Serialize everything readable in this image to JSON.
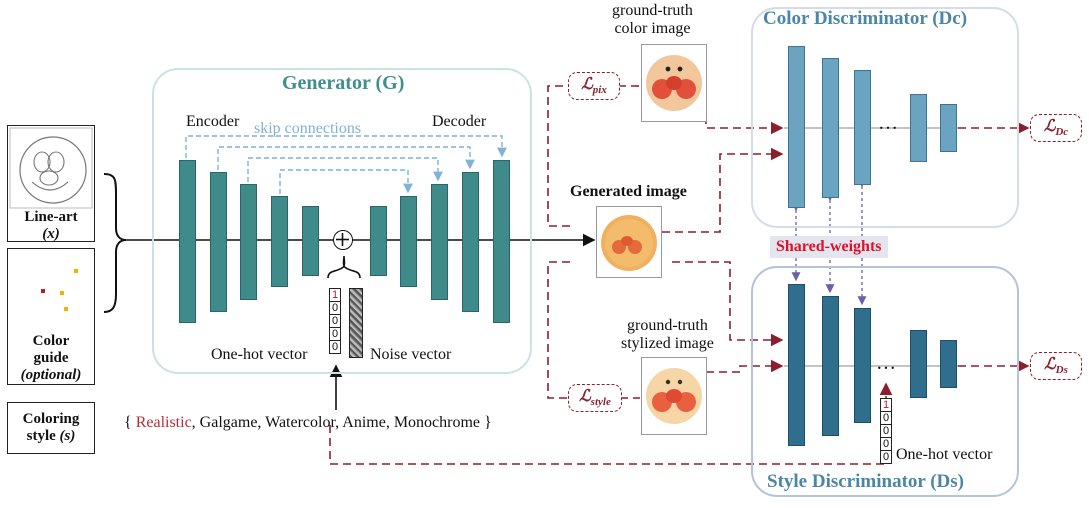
{
  "inputs": {
    "lineart_label": "Line-art",
    "lineart_var": "(x)",
    "colorguide_label": "Color",
    "colorguide_label2": "guide",
    "colorguide_var": "(optional)",
    "style_label": "Coloring",
    "style_label2": "style",
    "style_var": "(s)"
  },
  "generator": {
    "title": "Generator (G)",
    "encoder": "Encoder",
    "decoder": "Decoder",
    "skip": "skip connections",
    "onehot_label": "One-hot vector",
    "noise_label": "Noise vector",
    "onehot_values": [
      "1",
      "0",
      "0",
      "0",
      "0"
    ]
  },
  "styles": {
    "open": "{",
    "first": "Realistic",
    "rest": ", Galgame, Watercolor, Anime, Monochrome",
    "close": "}"
  },
  "images": {
    "gt_color": "ground-truth\ncolor image",
    "gt_color_1": "ground-truth",
    "gt_color_2": "color image",
    "generated": "Generated image",
    "gt_style_1": "ground-truth",
    "gt_style_2": "stylized image"
  },
  "losses": {
    "pix": "ℒ",
    "pix_sub": "pix",
    "style": "ℒ",
    "style_sub": "style",
    "dc": "ℒ",
    "dc_sub": "Dc",
    "ds": "ℒ",
    "ds_sub": "Ds"
  },
  "discriminators": {
    "color_title": "Color Discriminator (Dc)",
    "style_title": "Style Discriminator (Ds)",
    "shared": "Shared-weights",
    "ellipsis": "…",
    "onehot_label": "One-hot vector",
    "onehot_values": [
      "1",
      "0",
      "0",
      "0",
      "0"
    ]
  },
  "colors": {
    "generator_bar": "#3f8b8c",
    "color_disc_bar": "#6ba4c0",
    "style_disc_bar": "#2f6e8c",
    "loss": "#8b1f2e",
    "shared": "#e0102a"
  }
}
